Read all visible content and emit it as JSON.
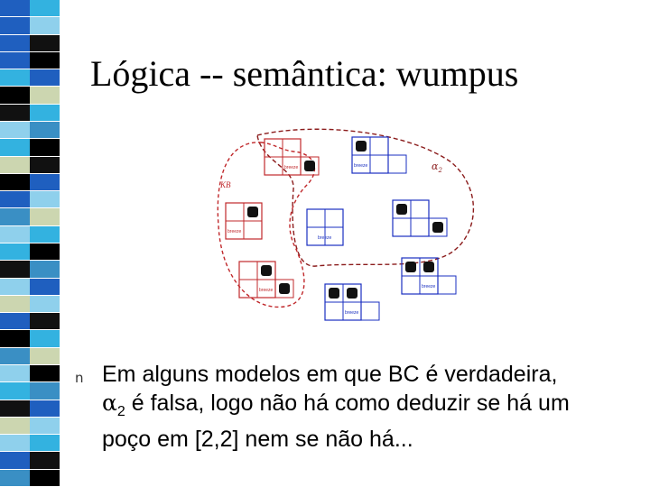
{
  "slide": {
    "title": "Lógica -- semântica: wumpus",
    "bullet": {
      "marker": "n",
      "alpha": "α",
      "alpha_sub": "2",
      "line1": "Em alguns modelos em que BC é verdadeira,",
      "line2_rest": " é falsa, logo não há como deduzir se há um",
      "line3": "poço em [2,2] nem se não há..."
    },
    "figure": {
      "kb_label": "KB",
      "alpha_label": "α",
      "alpha_label_sub": "2"
    }
  },
  "colors": {
    "kb": "#c0282b",
    "alpha2": "#8b1c1c",
    "grid": "#1a2fc0",
    "pit": "#111111",
    "stripe_palette": [
      "#1f5fbf",
      "#33b2e0",
      "#000000",
      "#8fd0ec",
      "#111111",
      "#ccd6b0",
      "#3a8fc4"
    ]
  }
}
